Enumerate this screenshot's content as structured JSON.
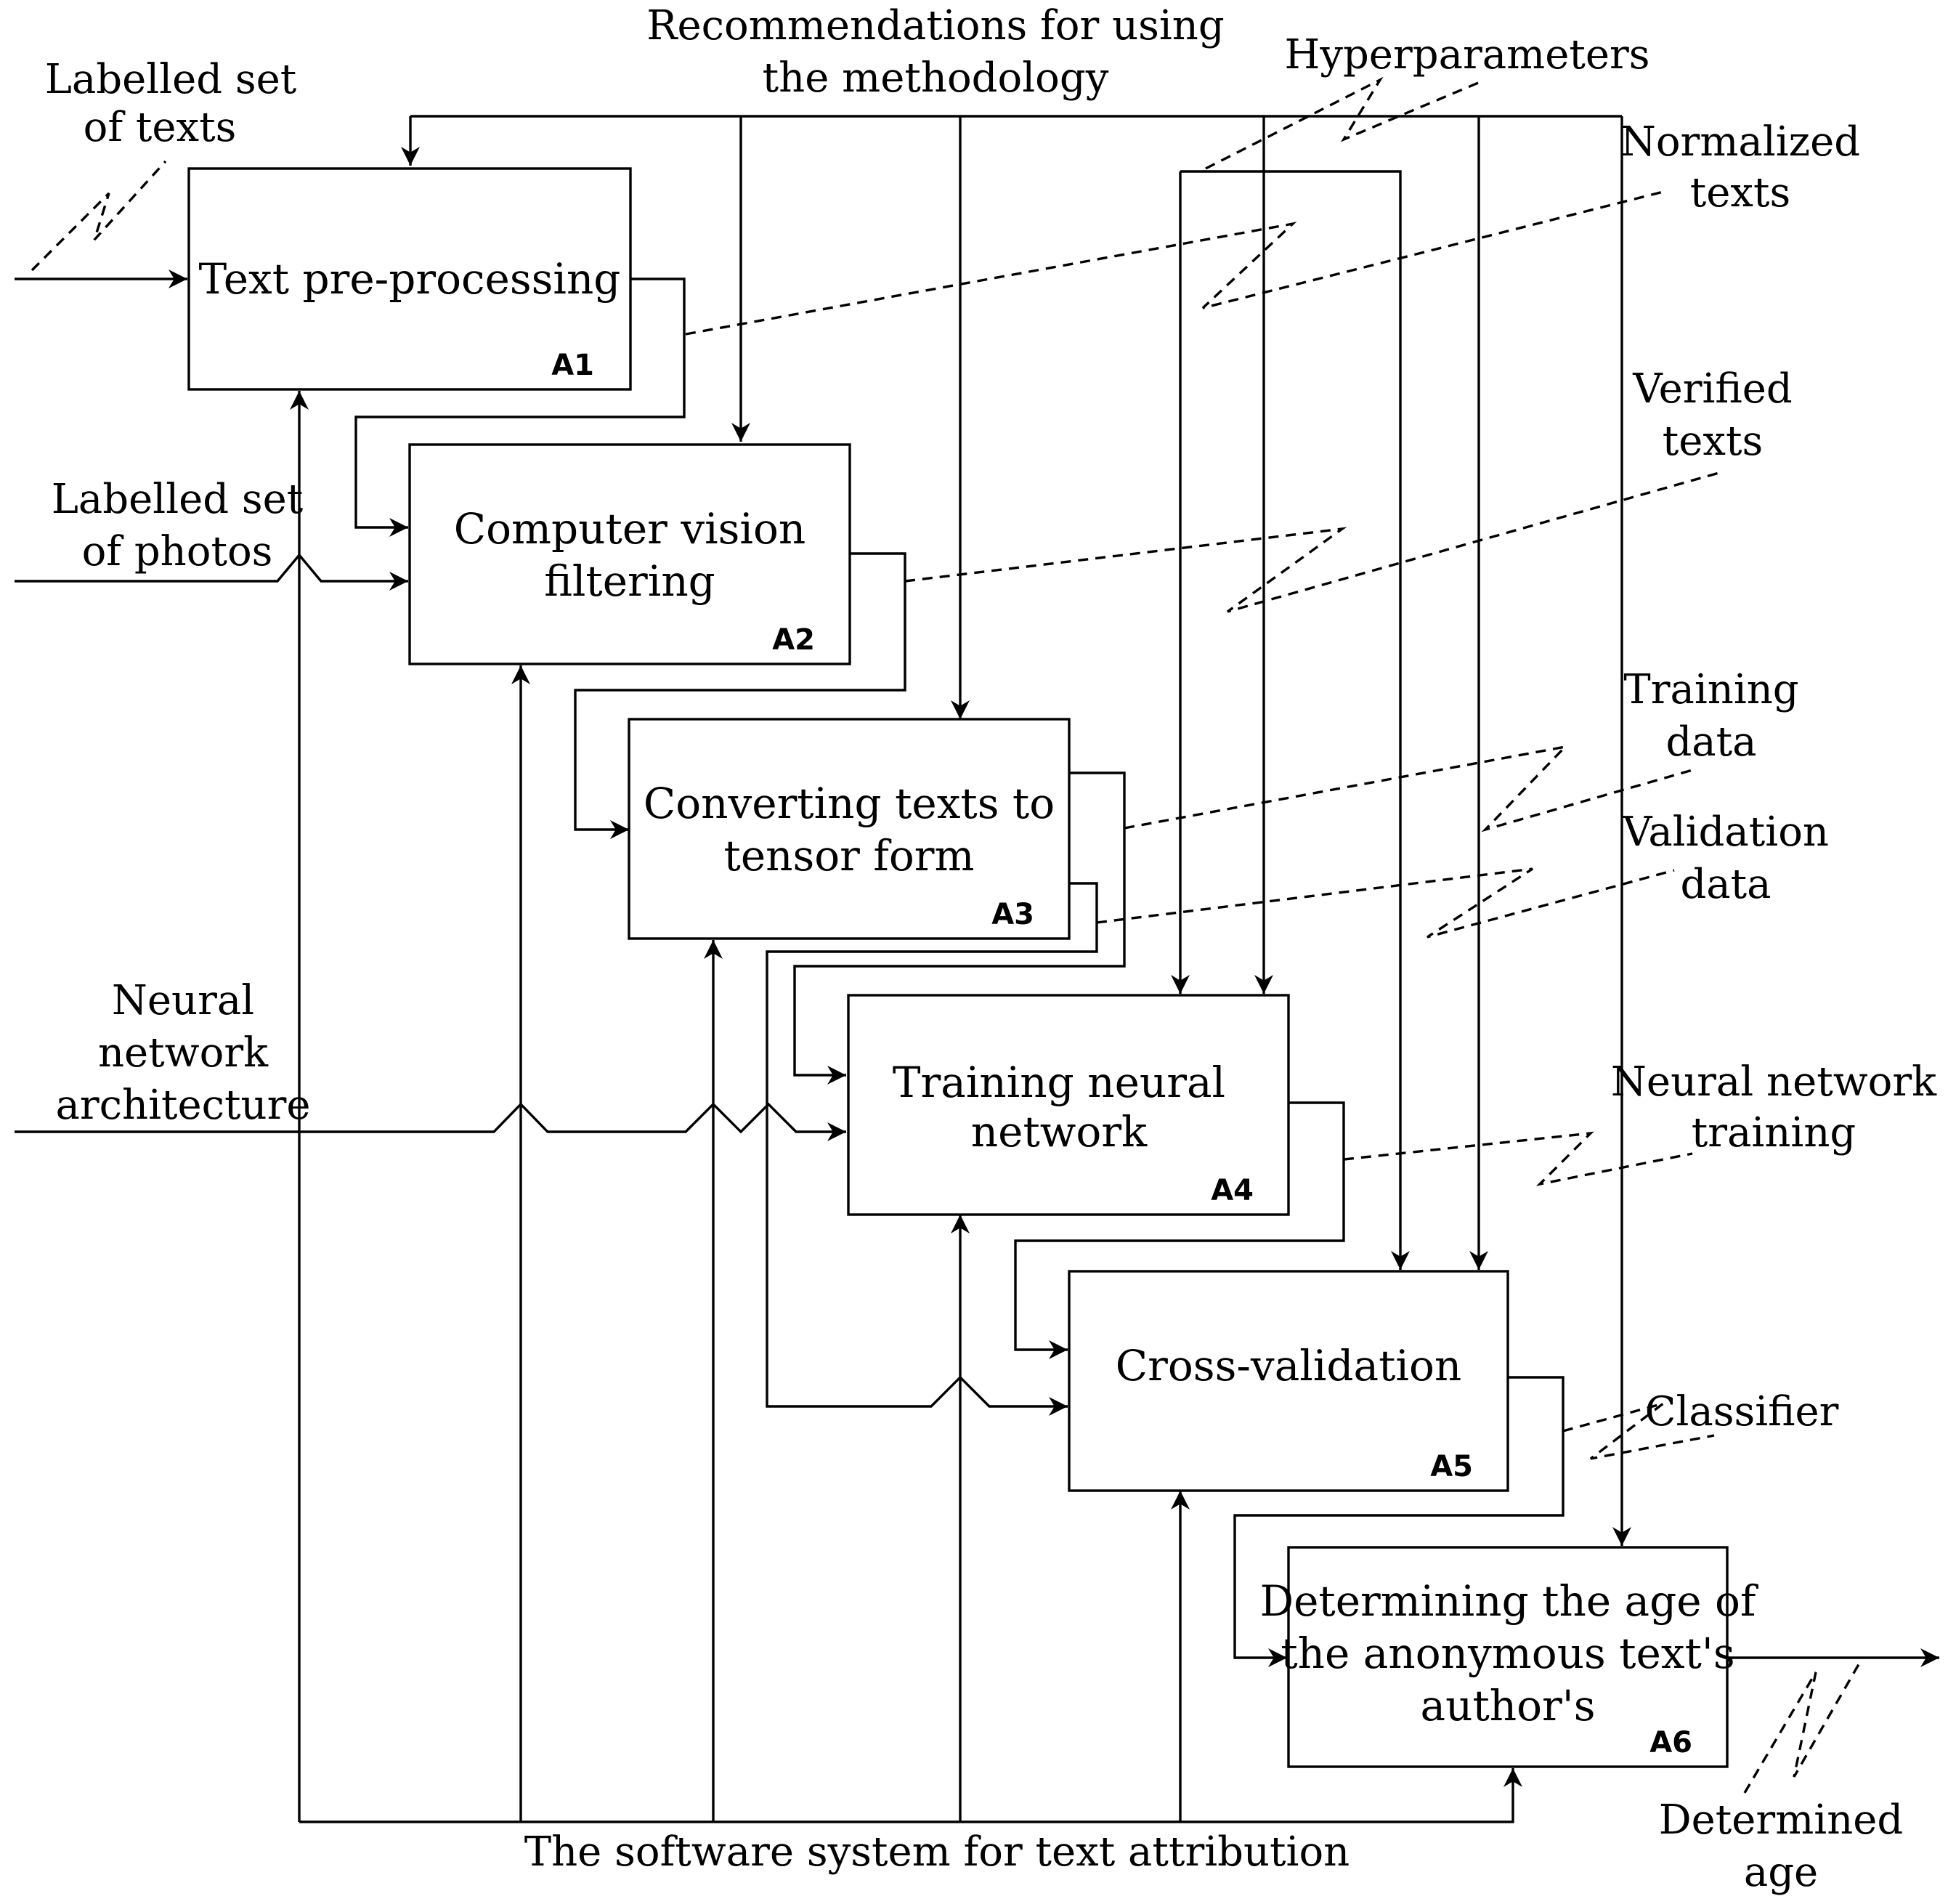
{
  "boxes": [
    {
      "id": "a1",
      "lines": [
        "Text pre-processing"
      ],
      "code": "A1"
    },
    {
      "id": "a2",
      "lines": [
        "Computer vision",
        "filtering"
      ],
      "code": "A2"
    },
    {
      "id": "a3",
      "lines": [
        "Converting texts to",
        "tensor form"
      ],
      "code": "A3"
    },
    {
      "id": "a4",
      "lines": [
        "Training neural",
        "network"
      ],
      "code": "A4"
    },
    {
      "id": "a5",
      "lines": [
        "Cross-validation"
      ],
      "code": "A5"
    },
    {
      "id": "a6",
      "lines": [
        "Determining the age of",
        "the anonymous text's",
        "author's"
      ],
      "code": "A6"
    }
  ],
  "labels": {
    "labelled_texts": [
      "Labelled set",
      "of texts"
    ],
    "labelled_photos": [
      "Labelled set",
      "of photos"
    ],
    "nn_architecture": [
      "Neural",
      "network",
      "architecture"
    ],
    "recommendations": [
      "Recommendations for using",
      "the methodology"
    ],
    "hyperparameters": [
      "Hyperparameters"
    ],
    "normalized_texts": [
      "Normalized",
      "texts"
    ],
    "verified_texts": [
      "Verified",
      "texts"
    ],
    "training_data": [
      "Training",
      "data"
    ],
    "validation_data": [
      "Validation",
      "data"
    ],
    "nn_training": [
      "Neural network",
      "training"
    ],
    "classifier": [
      "Classifier"
    ],
    "determined_age": [
      "Determined",
      "age"
    ],
    "software_system": [
      "The software system for text attribution"
    ]
  }
}
